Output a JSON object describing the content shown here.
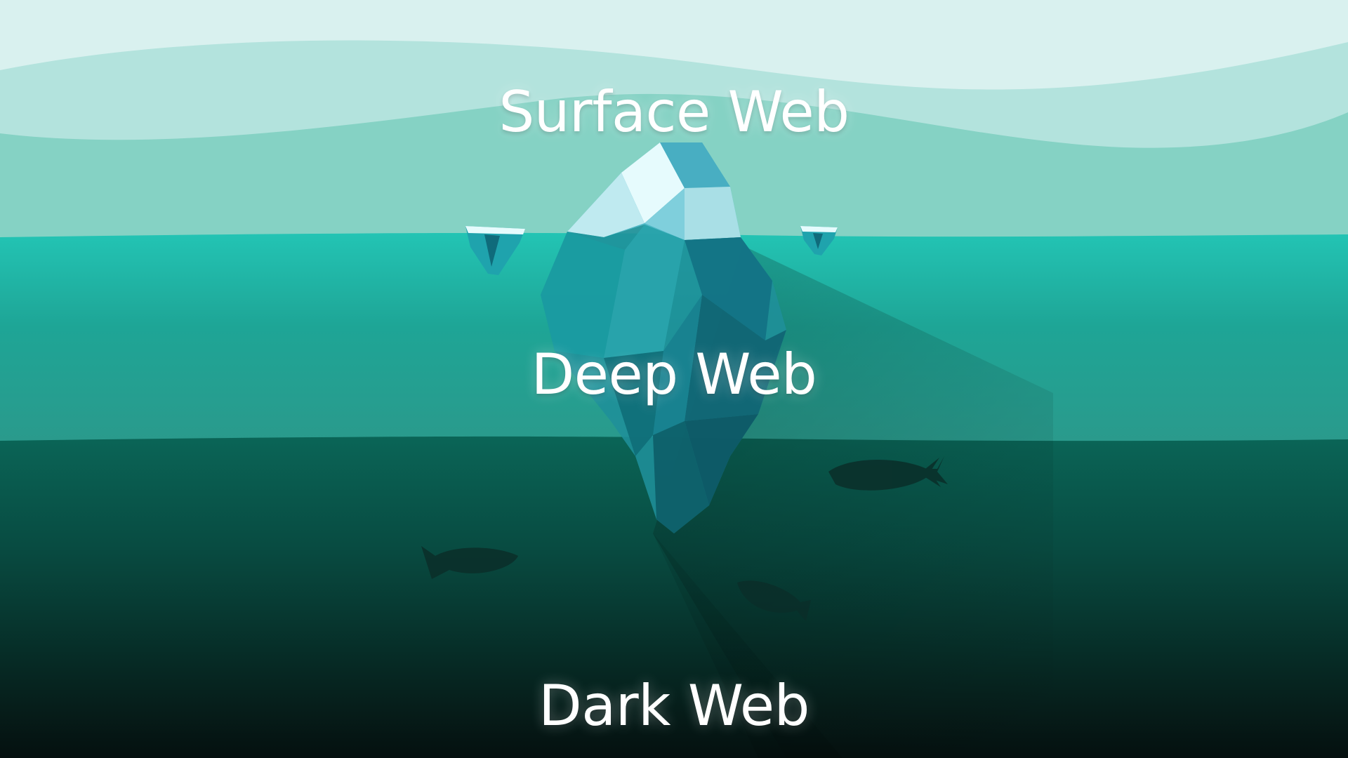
{
  "diagram": {
    "layers": [
      {
        "label": "Surface Web"
      },
      {
        "label": "Deep Web"
      },
      {
        "label": "Dark Web"
      }
    ],
    "colors": {
      "sky_top": "#d9f1ef",
      "sky_band": "#b3e3dd",
      "sea_surface": "#85d2c4",
      "water_upper": "#23c4b4",
      "water_mid": "#1e8f84",
      "water_deep": "#084b41",
      "water_bottom": "#05100f",
      "ice_light": "#e6fbfd",
      "ice_mid": "#4fb9c8",
      "ice_dark": "#146c7c",
      "fish": "#0a2e29",
      "label_text": "#ffffff"
    },
    "icons": [
      "iceberg-icon",
      "small-iceberg-icon",
      "small-iceberg-icon",
      "fish-icon",
      "fish-icon",
      "fish-icon"
    ]
  }
}
